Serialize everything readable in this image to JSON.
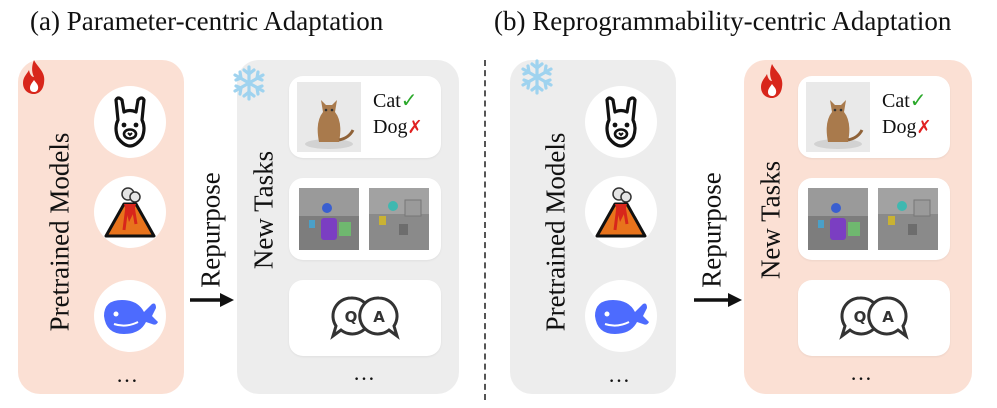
{
  "panel_a": {
    "title": "(a) Parameter-centric Adaptation",
    "models_label": "Pretrained Models",
    "repurpose_label": "Repurpose",
    "tasks_label": "New Tasks",
    "ellipsis_models": "…",
    "ellipsis_tasks": "…",
    "cat_label": "Cat",
    "dog_label": "Dog",
    "qa_q": "Q",
    "qa_a": "A"
  },
  "panel_b": {
    "title": "(b) Reprogrammability-centric Adaptation",
    "models_label": "Pretrained Models",
    "repurpose_label": "Repurpose",
    "tasks_label": "New Tasks",
    "ellipsis_models": "…",
    "ellipsis_tasks": "…",
    "cat_label": "Cat",
    "dog_label": "Dog",
    "qa_q": "Q",
    "qa_a": "A"
  },
  "icons": {
    "check": "✓",
    "cross": "✗",
    "trainable": "fire-icon",
    "frozen": "snowflake-icon",
    "model_1": "llama-icon",
    "model_2": "volcano-icon",
    "model_3": "whale-icon"
  },
  "colors": {
    "trainable_bg": "#fbe0d4",
    "frozen_bg": "#ededed",
    "fire": "#d8261b",
    "snowflake": "#9fd3ef",
    "whale": "#4d6bfe"
  }
}
